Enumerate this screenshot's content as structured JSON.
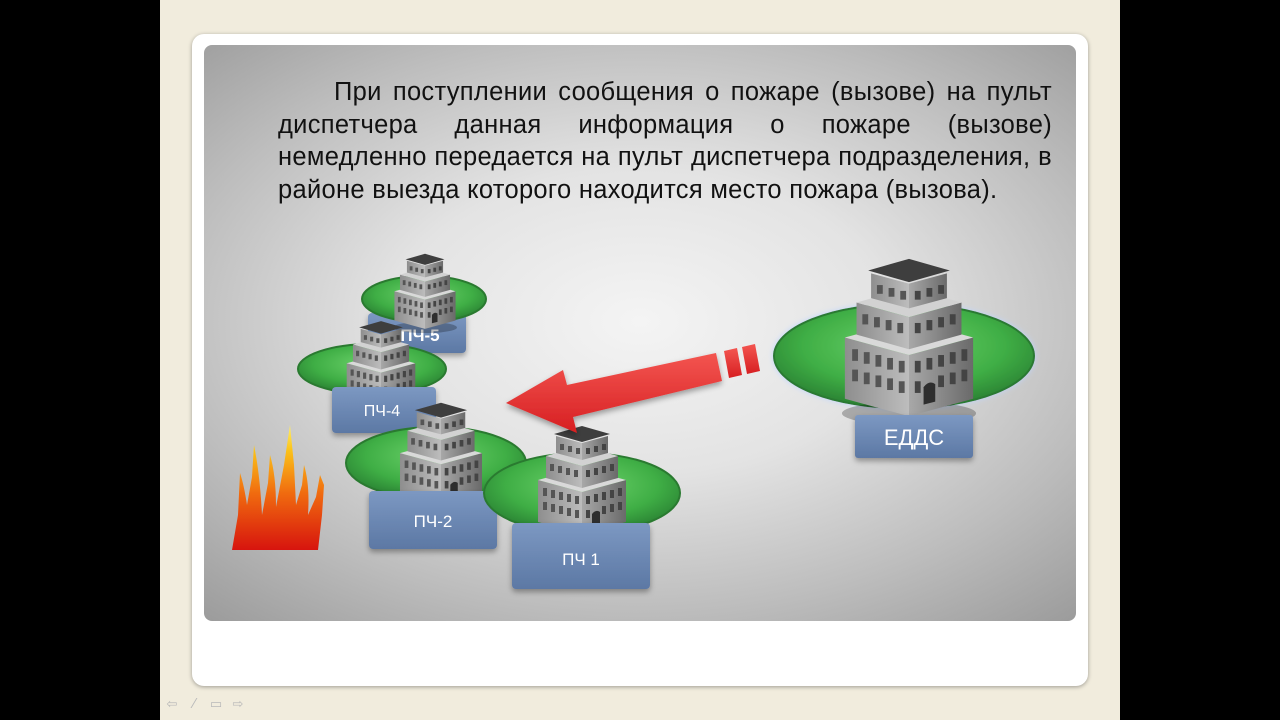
{
  "slide": {
    "paragraph": "При поступлении сообщения о пожаре (вызове) на пульт диспетчера данная информация о пожаре (вызове) немедленно передается на пульт диспетчера подразделения, в районе выезда которого находится место пожара (вызова)."
  },
  "diagram": {
    "hub_label": "ЕДДС",
    "unit_labels": {
      "pch5": "ПЧ-5",
      "pch4": "ПЧ-4",
      "pch2": "ПЧ-2",
      "pch1": "ПЧ 1"
    }
  },
  "colors": {
    "accent_arrow": "#e8272a",
    "platform_green": "#43a845",
    "label_blue": "#6b88b4"
  },
  "icons": {
    "fire": "fire-icon",
    "arrow": "arrow-left-icon",
    "building": "building-icon"
  },
  "player_controls": [
    {
      "name": "previous-slide-icon",
      "glyph": "⇦"
    },
    {
      "name": "pen-tool-icon",
      "glyph": "⁄"
    },
    {
      "name": "slide-menu-icon",
      "glyph": "▭"
    },
    {
      "name": "next-slide-icon",
      "glyph": "⇨"
    }
  ]
}
